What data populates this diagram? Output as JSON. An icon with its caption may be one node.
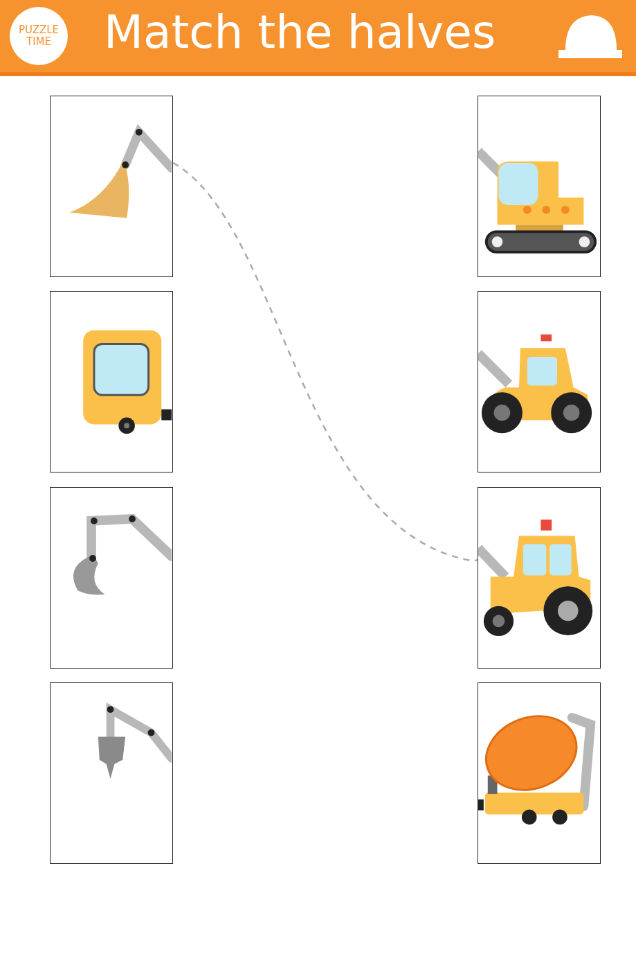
{
  "diagram": {
    "title": "Match the halves",
    "nodes": [
      {
        "text": [],
        "shape": "picture"
      },
      {
        "text": [],
        "shape": "picture"
      },
      {
        "text": [],
        "shape": "picture"
      },
      {
        "text": [],
        "shape": "picture"
      },
      {
        "text": [],
        "shape": "picture"
      },
      {
        "text": [],
        "shape": "picture"
      },
      {
        "text": [],
        "shape": "picture"
      },
      {
        "text": [],
        "shape": "picture"
      }
    ],
    "edges": [
      {
        "from": 0,
        "to": 6,
        "arrow": "none",
        "style": "dashed"
      }
    ],
    "labels": [
      "PUZZLE TIME"
    ]
  }
}
